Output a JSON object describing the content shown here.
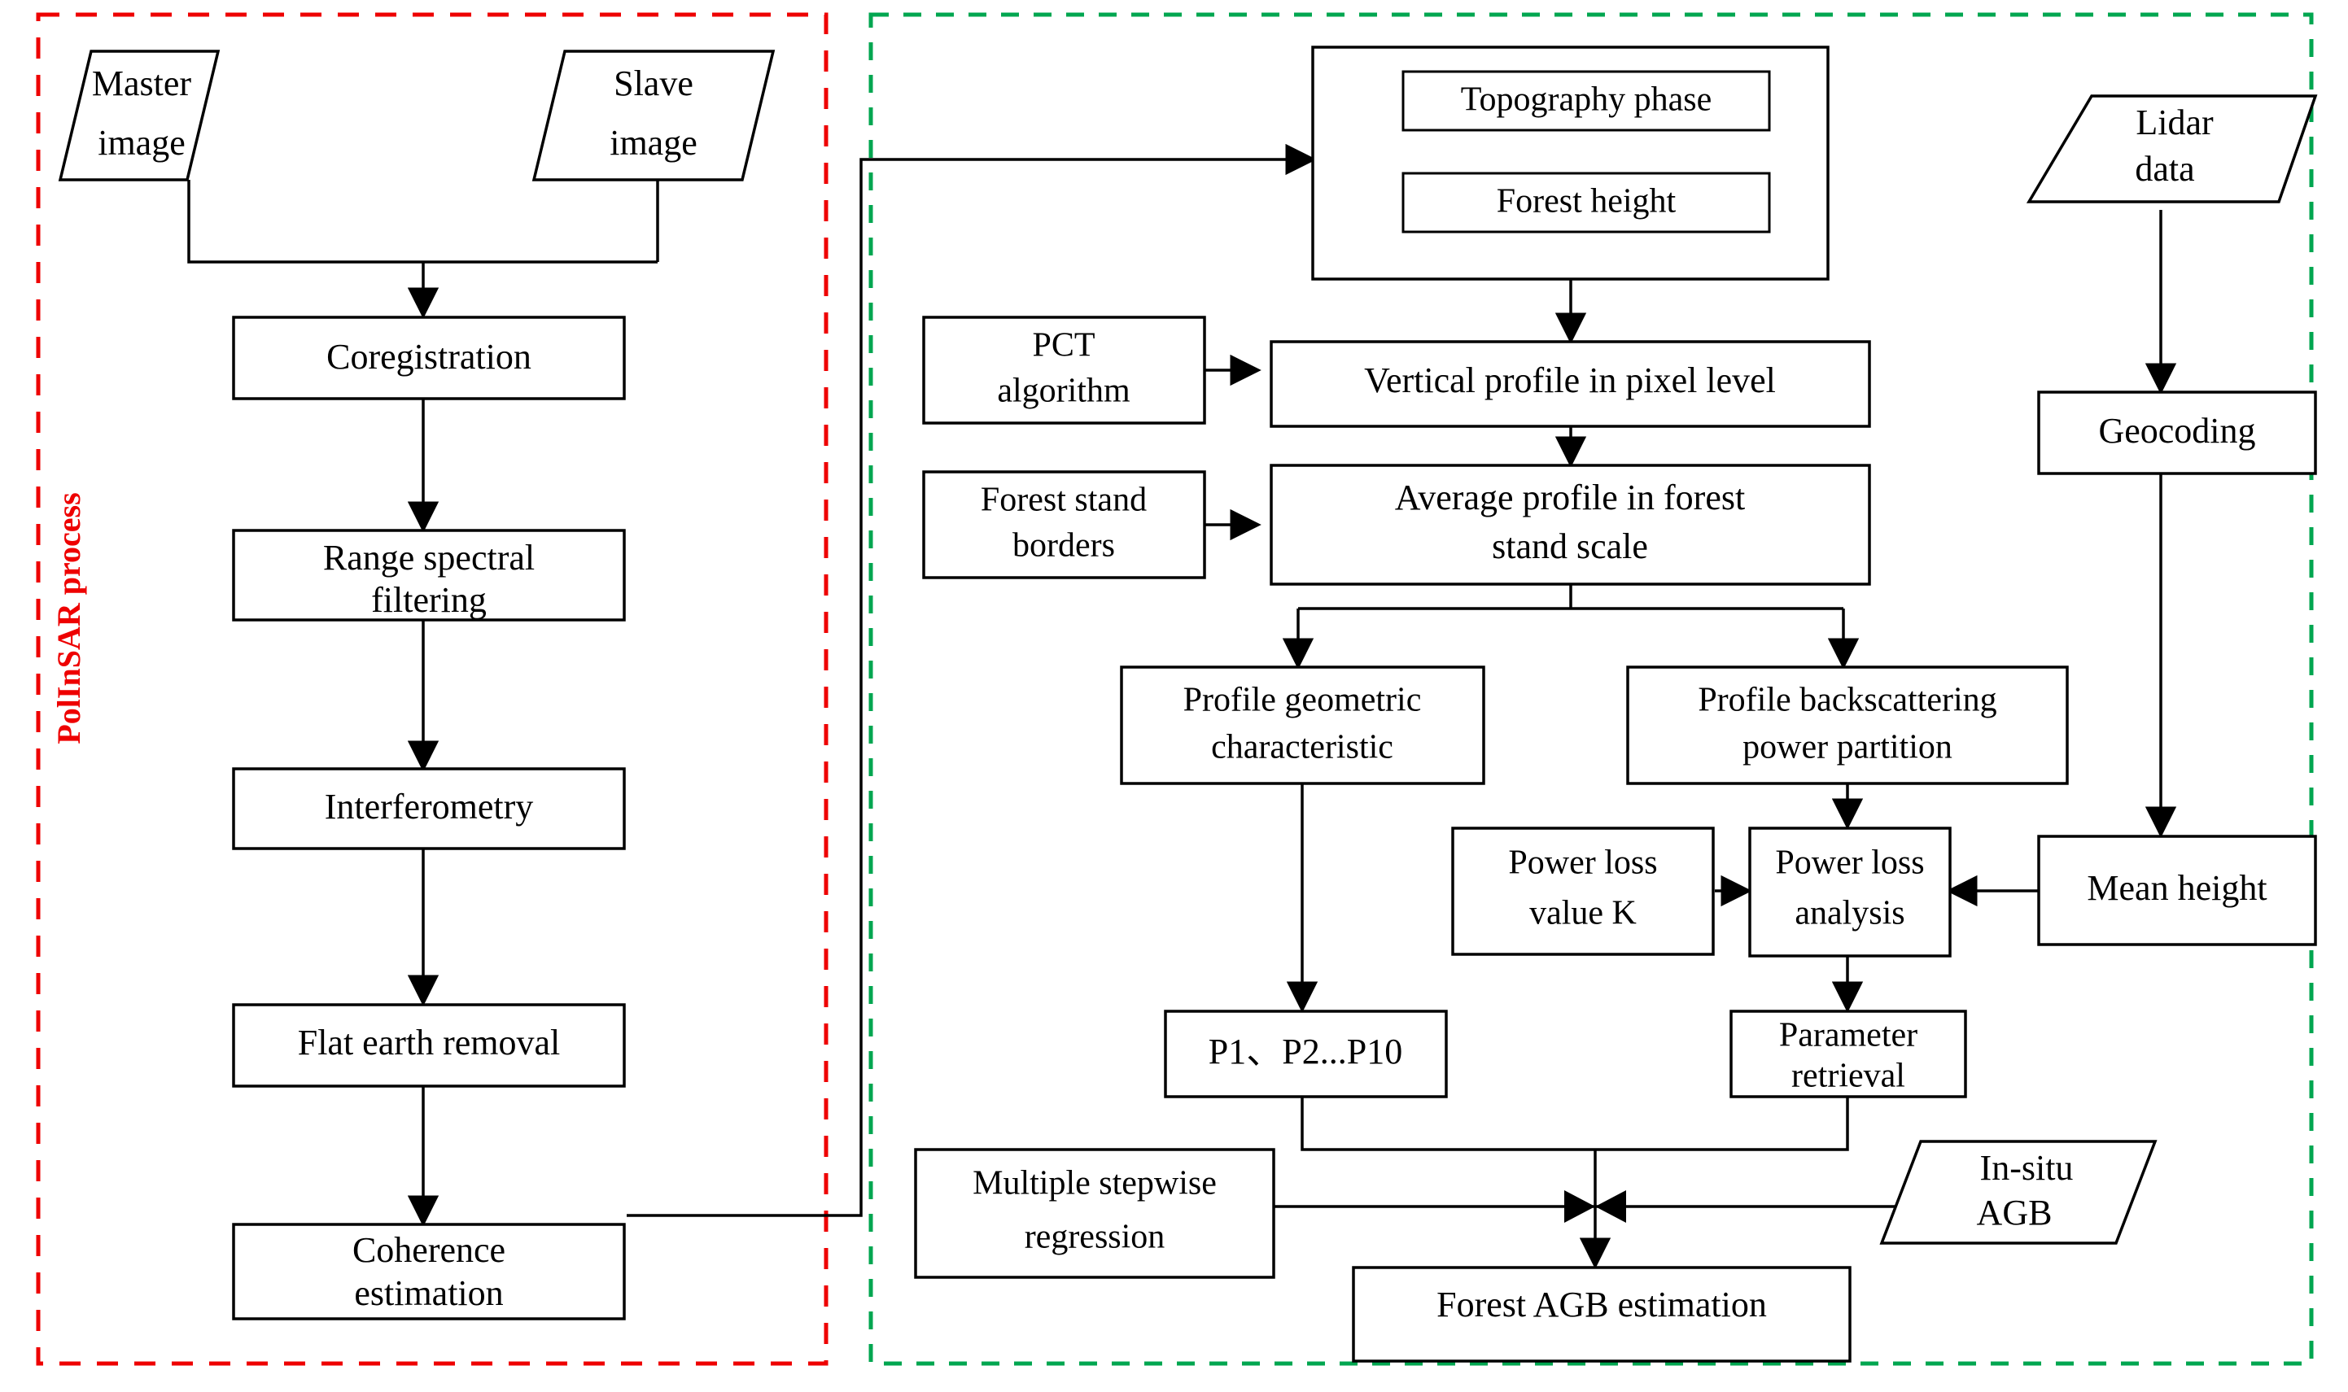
{
  "figure": {
    "type": "flowchart",
    "title_vertical_label": "PolInSAR process",
    "accent_red": "#ee0000",
    "accent_green": "#00a650",
    "line_color": "#000000",
    "node_fill": "#ffffff"
  },
  "groups": [
    {
      "id": "polinsar",
      "label": "PolInSAR process",
      "border_color": "#ee0000",
      "style": "dashed"
    },
    {
      "id": "agb",
      "label": "",
      "border_color": "#00a650",
      "style": "dashed"
    }
  ],
  "nodes": {
    "master_image": {
      "label": "Master\nimage",
      "shape": "parallelogram"
    },
    "slave_image": {
      "label": "Slave\nimage",
      "shape": "parallelogram"
    },
    "coregistration": {
      "label": "Coregistration",
      "shape": "rect"
    },
    "range_filtering": {
      "label": "Range spectral\nfiltering",
      "shape": "rect"
    },
    "interferometry": {
      "label": "Interferometry",
      "shape": "rect"
    },
    "flat_earth": {
      "label": "Flat earth removal",
      "shape": "rect"
    },
    "coherence": {
      "label": "Coherence\nestimation",
      "shape": "rect"
    },
    "topo_group": {
      "label": "",
      "shape": "rect"
    },
    "topography_phase": {
      "label": "Topography phase",
      "shape": "rect"
    },
    "forest_height": {
      "label": "Forest height",
      "shape": "rect"
    },
    "pct_algorithm": {
      "label": "PCT\nalgorithm",
      "shape": "rect"
    },
    "vertical_profile": {
      "label": "Vertical profile in pixel level",
      "shape": "rect"
    },
    "stand_borders": {
      "label": "Forest stand\nborders",
      "shape": "rect"
    },
    "average_profile": {
      "label": "Average profile in forest\nstand scale",
      "shape": "rect"
    },
    "profile_geometric": {
      "label": "Profile geometric\ncharacteristic",
      "shape": "rect"
    },
    "profile_backscatter": {
      "label": "Profile backscattering\npower partition",
      "shape": "rect"
    },
    "power_loss_value": {
      "label": "Power loss\nvalue K",
      "shape": "rect"
    },
    "power_loss_analysis": {
      "label": "Power loss\nanalysis",
      "shape": "rect"
    },
    "mean_height": {
      "label": "Mean height",
      "shape": "rect"
    },
    "lidar_data": {
      "label": "Lidar\ndata",
      "shape": "parallelogram"
    },
    "geocoding": {
      "label": "Geocoding",
      "shape": "rect"
    },
    "p_params": {
      "label": "P1、P2...P10",
      "shape": "rect"
    },
    "parameter_retrieval": {
      "label": "Parameter\nretrieval",
      "shape": "rect"
    },
    "multiple_regression": {
      "label": "Multiple stepwise\nregression",
      "shape": "rect"
    },
    "in_situ_agb": {
      "label": "In-situ\nAGB",
      "shape": "parallelogram"
    },
    "forest_agb": {
      "label": "Forest AGB estimation",
      "shape": "rect"
    }
  },
  "edges": [
    {
      "from": "master_image",
      "to": "coregistration",
      "kind": "merge-down"
    },
    {
      "from": "slave_image",
      "to": "coregistration",
      "kind": "merge-down"
    },
    {
      "from": "coregistration",
      "to": "range_filtering",
      "kind": "down"
    },
    {
      "from": "range_filtering",
      "to": "interferometry",
      "kind": "down"
    },
    {
      "from": "interferometry",
      "to": "flat_earth",
      "kind": "down"
    },
    {
      "from": "flat_earth",
      "to": "coherence",
      "kind": "down"
    },
    {
      "from": "coherence",
      "to": "topo_group",
      "kind": "elbow-right-up"
    },
    {
      "from": "topo_group",
      "to": "vertical_profile",
      "kind": "down"
    },
    {
      "from": "pct_algorithm",
      "to": "vertical_profile",
      "kind": "right"
    },
    {
      "from": "vertical_profile",
      "to": "average_profile",
      "kind": "down"
    },
    {
      "from": "stand_borders",
      "to": "average_profile",
      "kind": "right"
    },
    {
      "from": "average_profile",
      "to": "profile_geometric",
      "kind": "split-down"
    },
    {
      "from": "average_profile",
      "to": "profile_backscatter",
      "kind": "split-down"
    },
    {
      "from": "profile_geometric",
      "to": "p_params",
      "kind": "down"
    },
    {
      "from": "profile_backscatter",
      "to": "power_loss_analysis",
      "kind": "down"
    },
    {
      "from": "power_loss_value",
      "to": "power_loss_analysis",
      "kind": "right"
    },
    {
      "from": "mean_height",
      "to": "power_loss_analysis",
      "kind": "left"
    },
    {
      "from": "lidar_data",
      "to": "geocoding",
      "kind": "down"
    },
    {
      "from": "geocoding",
      "to": "mean_height",
      "kind": "down"
    },
    {
      "from": "power_loss_analysis",
      "to": "parameter_retrieval",
      "kind": "down"
    },
    {
      "from": "p_params",
      "to": "forest_agb",
      "kind": "elbow-down"
    },
    {
      "from": "parameter_retrieval",
      "to": "forest_agb",
      "kind": "elbow-down"
    },
    {
      "from": "multiple_regression",
      "to": "forest_agb",
      "kind": "bowtie-join"
    },
    {
      "from": "in_situ_agb",
      "to": "forest_agb",
      "kind": "bowtie-join"
    }
  ]
}
